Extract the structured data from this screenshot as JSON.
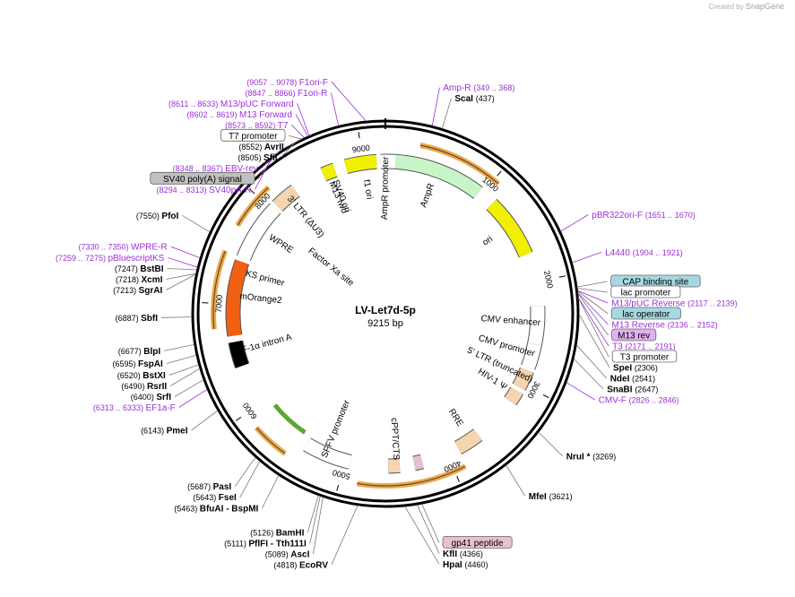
{
  "credit": {
    "prefix": "Created by",
    "brand": "SnapGene"
  },
  "plasmid": {
    "name": "LV-Let7d-5p",
    "size_label": "9215 bp",
    "total_bp": 9215
  },
  "colors": {
    "backbone": "#000000",
    "primer": "#9b30d8",
    "site_name": "#000000",
    "orange_arrow": "#e8a040",
    "green_arrow": "#5aa830",
    "yellow_feature": "#f0f000",
    "ampr": "#c8f5c8",
    "tan_feature": "#f5d5b0",
    "mOrange2": "#f06010",
    "cap_badge": "#a5d8e0",
    "lac_op_badge": "#a5d8e0",
    "m13rev_badge": "#e0b0f0",
    "gp41_badge": "#e8c0d0",
    "sv40polyA_badge": "#c0c0c0",
    "white_badge": "#ffffff"
  },
  "ticks": [
    {
      "bp": 1000,
      "label": "1000"
    },
    {
      "bp": 2000,
      "label": "2000"
    },
    {
      "bp": 3000,
      "label": "3000"
    },
    {
      "bp": 4000,
      "label": "4000"
    },
    {
      "bp": 5000,
      "label": "5000"
    },
    {
      "bp": 6000,
      "label": "6000"
    },
    {
      "bp": 7000,
      "label": "7000"
    },
    {
      "bp": 8000,
      "label": "8000"
    },
    {
      "bp": 9000,
      "label": "9000"
    }
  ],
  "labels": [
    {
      "kind": "primer",
      "name": "F1ori-F",
      "pos": "(9057 .. 9078)",
      "bp": 9068
    },
    {
      "kind": "primer",
      "name": "F1ori-R",
      "pos": "(8847 .. 8866)",
      "bp": 8856
    },
    {
      "kind": "primer",
      "name": "M13/pUC Forward",
      "pos": "(8611 .. 8633)",
      "bp": 8622
    },
    {
      "kind": "primer",
      "name": "M13 Forward",
      "pos": "(8602 .. 8619)",
      "bp": 8611
    },
    {
      "kind": "primer",
      "name": "T7",
      "pos": "(8573 .. 8592)",
      "bp": 8582
    },
    {
      "kind": "badge",
      "name": "T7 promoter",
      "badge": "white_badge",
      "bp": 8560
    },
    {
      "kind": "site",
      "name": "AvrII",
      "pos": "(8552)",
      "bp": 8552
    },
    {
      "kind": "site",
      "name": "SfiI",
      "pos": "(8505)",
      "bp": 8505
    },
    {
      "kind": "primer",
      "name": "EBV-rev",
      "pos": "(8348 .. 8367)",
      "bp": 8357
    },
    {
      "kind": "badge",
      "name": "SV40 poly(A) signal",
      "badge": "sv40polyA_badge",
      "bp": 8330
    },
    {
      "kind": "primer",
      "name": "SV40pA-R",
      "pos": "(8294 .. 8313)",
      "bp": 8303
    },
    {
      "kind": "site",
      "name": "PfoI",
      "pos": "(7550)",
      "bp": 7550
    },
    {
      "kind": "primer",
      "name": "WPRE-R",
      "pos": "(7330 .. 7350)",
      "bp": 7340
    },
    {
      "kind": "primer",
      "name": "pBluescriptKS",
      "pos": "(7259 .. 7275)",
      "bp": 7267
    },
    {
      "kind": "site",
      "name": "BstBI",
      "pos": "(7247)",
      "bp": 7247
    },
    {
      "kind": "site",
      "name": "XcmI",
      "pos": "(7218)",
      "bp": 7218
    },
    {
      "kind": "site",
      "name": "SgrAI",
      "pos": "(7213)",
      "bp": 7213
    },
    {
      "kind": "site",
      "name": "SbfI",
      "pos": "(6887)",
      "bp": 6887
    },
    {
      "kind": "site",
      "name": "BlpI",
      "pos": "(6677)",
      "bp": 6677
    },
    {
      "kind": "site",
      "name": "FspAI",
      "pos": "(6595)",
      "bp": 6595
    },
    {
      "kind": "site",
      "name": "BstXI",
      "pos": "(6520)",
      "bp": 6520
    },
    {
      "kind": "site",
      "name": "RsrII",
      "pos": "(6490)",
      "bp": 6490
    },
    {
      "kind": "site",
      "name": "SrfI",
      "pos": "(6400)",
      "bp": 6400
    },
    {
      "kind": "primer",
      "name": "EF1a-F",
      "pos": "(6313 .. 6333)",
      "bp": 6323
    },
    {
      "kind": "site",
      "name": "PmeI",
      "pos": "(6143)",
      "bp": 6143
    },
    {
      "kind": "site",
      "name": "PasI",
      "pos": "(5687)",
      "bp": 5687
    },
    {
      "kind": "site",
      "name": "FseI",
      "pos": "(5643)",
      "bp": 5643
    },
    {
      "kind": "site",
      "name": "BfuAI  -  BspMI",
      "pos": "(5463)",
      "bp": 5463
    },
    {
      "kind": "site",
      "name": "BamHI",
      "pos": "(5126)",
      "bp": 5126
    },
    {
      "kind": "site",
      "name": "PflFI  -  Tth111I",
      "pos": "(5111)",
      "bp": 5111
    },
    {
      "kind": "site",
      "name": "AscI",
      "pos": "(5089)",
      "bp": 5089
    },
    {
      "kind": "site",
      "name": "EcoRV",
      "pos": "(4818)",
      "bp": 4818
    },
    {
      "kind": "site",
      "name": "HpaI",
      "pos": "(4460)",
      "bp": 4460
    },
    {
      "kind": "site",
      "name": "KflI",
      "pos": "(4366)",
      "bp": 4366
    },
    {
      "kind": "badge",
      "name": "gp41 peptide",
      "badge": "gp41_badge",
      "bp": 4330
    },
    {
      "kind": "site",
      "name": "MfeI",
      "pos": "(3621)",
      "bp": 3621
    },
    {
      "kind": "site",
      "name": "NruI *",
      "pos": "(3269)",
      "bp": 3269
    },
    {
      "kind": "primer",
      "name": "CMV-F",
      "pos": "(2826 .. 2846)",
      "bp": 2836
    },
    {
      "kind": "site",
      "name": "SnaBI",
      "pos": "(2647)",
      "bp": 2647
    },
    {
      "kind": "site",
      "name": "NdeI",
      "pos": "(2541)",
      "bp": 2541
    },
    {
      "kind": "site",
      "name": "SpeI",
      "pos": "(2306)",
      "bp": 2306
    },
    {
      "kind": "badge",
      "name": "T3 promoter",
      "badge": "white_badge",
      "bp": 2185
    },
    {
      "kind": "primer",
      "name": "T3",
      "pos": "(2171 .. 2191)",
      "bp": 2181
    },
    {
      "kind": "badge",
      "name": "M13 rev",
      "badge": "m13rev_badge",
      "bp": 2150
    },
    {
      "kind": "primer",
      "name": "M13 Reverse",
      "pos": "(2136 .. 2152)",
      "bp": 2144
    },
    {
      "kind": "badge",
      "name": "lac operator",
      "badge": "lac_op_badge",
      "bp": 2130
    },
    {
      "kind": "primer",
      "name": "M13/pUC Reverse",
      "pos": "(2117 .. 2139)",
      "bp": 2128
    },
    {
      "kind": "badge",
      "name": "lac promoter",
      "badge": "white_badge",
      "bp": 2110
    },
    {
      "kind": "badge",
      "name": "CAP binding site",
      "badge": "cap_badge",
      "bp": 2100
    },
    {
      "kind": "primer",
      "name": "L4440",
      "pos": "(1904 .. 1921)",
      "bp": 1912
    },
    {
      "kind": "primer",
      "name": "pBR322ori-F",
      "pos": "(1651 .. 1670)",
      "bp": 1660
    },
    {
      "kind": "site",
      "name": "ScaI",
      "pos": "(437)",
      "bp": 437
    },
    {
      "kind": "primer",
      "name": "Amp-R",
      "pos": "(349 .. 368)",
      "bp": 358
    }
  ],
  "features": [
    {
      "name": "f1 ori",
      "start": 8830,
      "end": 9130,
      "color": "yellow_feature"
    },
    {
      "name": "AmpR promoter",
      "start": 9170,
      "end": 100,
      "color": "white_badge"
    },
    {
      "name": "AmpR",
      "start": 100,
      "end": 960,
      "color": "ampr"
    },
    {
      "name": "ori",
      "start": 1130,
      "end": 1720,
      "color": "yellow_feature"
    },
    {
      "name": "CMV enhancer",
      "start": 2230,
      "end": 2600,
      "color": "white_badge"
    },
    {
      "name": "CMV promoter",
      "start": 2600,
      "end": 2830,
      "color": "white_badge"
    },
    {
      "name": "5' LTR (truncated)",
      "start": 2860,
      "end": 3040,
      "color": "tan_feature"
    },
    {
      "name": "HIV-1 Ψ",
      "start": 3080,
      "end": 3200,
      "color": "tan_feature"
    },
    {
      "name": "RRE",
      "start": 3650,
      "end": 3880,
      "color": "tan_feature"
    },
    {
      "name": "gp41 peptide",
      "start": 4250,
      "end": 4330,
      "color": "gp41_badge"
    },
    {
      "name": "cPPT/CTS",
      "start": 4470,
      "end": 4580,
      "color": "tan_feature"
    },
    {
      "name": "SFFV promoter",
      "start": 4950,
      "end": 5400,
      "color": "white_badge"
    },
    {
      "name": "EF-1α intron A",
      "start": 6400,
      "end": 6640,
      "color": "backbone"
    },
    {
      "name": "mOrange2",
      "start": 6700,
      "end": 7420,
      "color": "mOrange2"
    },
    {
      "name": "WPRE",
      "start": 7460,
      "end": 8030,
      "color": "white_badge"
    },
    {
      "name": "3' LTR (ΔU3)",
      "start": 8060,
      "end": 8290,
      "color": "tan_feature"
    },
    {
      "name": "SV40 ori",
      "start": 8600,
      "end": 8720,
      "color": "yellow_feature"
    }
  ],
  "feature_labels": [
    {
      "text": "f1 ori"
    },
    {
      "text": "M13 fwd"
    },
    {
      "text": "AmpR promoter"
    },
    {
      "text": "AmpR"
    },
    {
      "text": "ori"
    },
    {
      "text": "CMV enhancer"
    },
    {
      "text": "CMV promoter"
    },
    {
      "text": "5' LTR (truncated)"
    },
    {
      "text": "HIV-1 Ψ"
    },
    {
      "text": "RRE"
    },
    {
      "text": "cPPT/CTS"
    },
    {
      "text": "SFFV promoter"
    },
    {
      "text": "EF-1α intron A"
    },
    {
      "text": "mOrange2"
    },
    {
      "text": "KS primer"
    },
    {
      "text": "WPRE"
    },
    {
      "text": "3' LTR (ΔU3)"
    },
    {
      "text": "SV40 ori"
    },
    {
      "text": "Factor Xa site"
    }
  ],
  "orange_arcs": [
    {
      "start": 300,
      "end": 1050
    },
    {
      "start": 3900,
      "end": 4850
    },
    {
      "start": 5520,
      "end": 5850
    },
    {
      "start": 6780,
      "end": 7460
    },
    {
      "start": 7700,
      "end": 8120
    }
  ],
  "green_arcs": [
    {
      "start": 5480,
      "end": 5900
    }
  ]
}
